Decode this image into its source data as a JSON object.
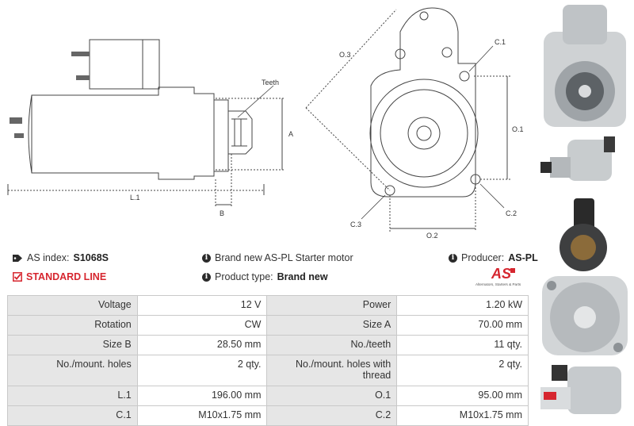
{
  "drawing": {
    "labels": {
      "teeth": "Teeth",
      "a": "A",
      "b": "B",
      "l1": "L.1",
      "o3": "O.3",
      "c1": "C.1",
      "o1": "O.1",
      "c2": "C.2",
      "c3": "C.3",
      "o2": "O.2"
    }
  },
  "info": {
    "as_index_label": "AS index:",
    "as_index_value": "S1068S",
    "line": "STANDARD LINE",
    "description": "Brand new AS-PL Starter motor",
    "product_type_label": "Product type:",
    "product_type_value": "Brand new",
    "producer_label": "Producer:",
    "producer_value": "AS-PL",
    "logo_text": "AS",
    "logo_sub": "Alternators, Starters & Parts"
  },
  "specs": [
    {
      "k1": "Voltage",
      "v1": "12 V",
      "k2": "Power",
      "v2": "1.20 kW"
    },
    {
      "k1": "Rotation",
      "v1": "CW",
      "k2": "Size A",
      "v2": "70.00 mm"
    },
    {
      "k1": "Size B",
      "v1": "28.50 mm",
      "k2": "No./teeth",
      "v2": "11 qty."
    },
    {
      "k1": "No./mount. holes",
      "v1": "2 qty.",
      "k2": "No./mount. holes with thread",
      "v2": "2 qty."
    },
    {
      "k1": "L.1",
      "v1": "196.00 mm",
      "k2": "O.1",
      "v2": "95.00 mm"
    },
    {
      "k1": "C.1",
      "v1": "M10x1.75 mm",
      "k2": "C.2",
      "v2": "M10x1.75 mm"
    }
  ],
  "colors": {
    "accent": "#d6262f",
    "label_bg": "#e6e6e6",
    "border": "#c9c9c9"
  }
}
